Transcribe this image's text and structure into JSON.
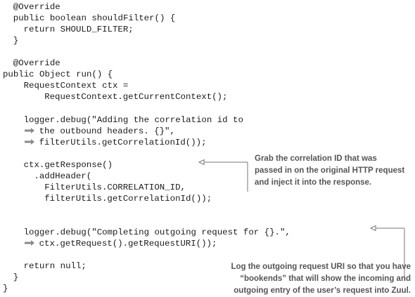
{
  "code_lines": [
    {
      "text": "@Override",
      "indent": 1,
      "continuation": false
    },
    {
      "text": "public boolean shouldFilter() {",
      "indent": 1,
      "continuation": false
    },
    {
      "text": "return SHOULD_FILTER;",
      "indent": 2,
      "continuation": false
    },
    {
      "text": "}",
      "indent": 1,
      "continuation": false
    },
    {
      "text": "",
      "indent": 0,
      "continuation": false
    },
    {
      "text": "@Override",
      "indent": 1,
      "continuation": false
    },
    {
      "text": "public Object run() {",
      "indent": 0,
      "continuation": false
    },
    {
      "text": "RequestContext ctx =",
      "indent": 2,
      "continuation": false
    },
    {
      "text": "RequestContext.getCurrentContext();",
      "indent": 4,
      "continuation": false
    },
    {
      "text": "",
      "indent": 0,
      "continuation": false
    },
    {
      "text": "logger.debug(\"Adding the correlation id to",
      "indent": 2,
      "continuation": false
    },
    {
      "text": "the outbound headers. {}\",",
      "indent": 2,
      "continuation": true
    },
    {
      "text": "filterUtils.getCorrelationId());",
      "indent": 2,
      "continuation": true
    },
    {
      "text": "",
      "indent": 0,
      "continuation": false
    },
    {
      "text": "ctx.getResponse()",
      "indent": 2,
      "continuation": false
    },
    {
      "text": ".addHeader(",
      "indent": 3,
      "continuation": false
    },
    {
      "text": "FilterUtils.CORRELATION_ID,",
      "indent": 4,
      "continuation": false
    },
    {
      "text": "filterUtils.getCorrelationId());",
      "indent": 4,
      "continuation": false
    },
    {
      "text": "",
      "indent": 0,
      "continuation": false
    },
    {
      "text": "",
      "indent": 0,
      "continuation": false
    },
    {
      "text": "logger.debug(\"Completing outgoing request for {}.\",",
      "indent": 2,
      "continuation": false
    },
    {
      "text": "ctx.getRequest().getRequestURI());",
      "indent": 2,
      "continuation": true
    },
    {
      "text": "",
      "indent": 0,
      "continuation": false
    },
    {
      "text": "return null;",
      "indent": 2,
      "continuation": false
    },
    {
      "text": "}",
      "indent": 1,
      "continuation": false
    },
    {
      "text": "}",
      "indent": 0,
      "continuation": false
    }
  ],
  "annotations": {
    "correlation": {
      "lines": [
        "Grab the correlation ID that was",
        "passed in on the original HTTP request",
        "and inject it into the response."
      ]
    },
    "outgoing": {
      "lines": [
        "Log the outgoing request URI so that you have",
        "“bookends” that will show the incoming and",
        "outgoing entry of the user’s request into Zuul."
      ]
    }
  },
  "colors": {
    "code_text": "#1b1b1b",
    "annotation_text": "#555555",
    "connector": "#777777",
    "continuation_arrow": "#8a8a8a"
  }
}
